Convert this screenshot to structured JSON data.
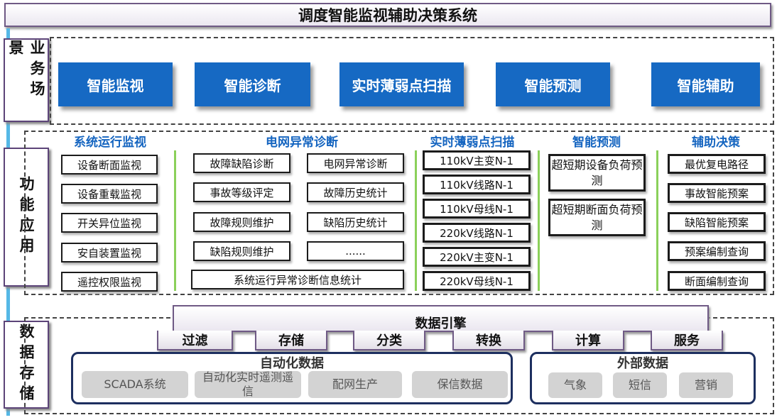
{
  "title": "调度智能监视辅助决策系统",
  "layers": {
    "business": "业务场景",
    "function": "功能应用",
    "data": "数据存储"
  },
  "business_scenarios": [
    "智能监视",
    "智能诊断",
    "实时薄弱点扫描",
    "智能预测",
    "智能辅助"
  ],
  "columns": {
    "monitor": {
      "title": "系统运行监视",
      "items": [
        "设备断面监视",
        "设备重载监视",
        "开关异位监视",
        "安自装置监视",
        "遥控权限监视"
      ]
    },
    "diagnosis": {
      "title": "电网异常诊断",
      "items": [
        "故障缺陷诊断",
        "电网异常诊断",
        "事故等级评定",
        "故障历史统计",
        "故障规则维护",
        "缺陷历史统计",
        "缺陷规则维护",
        "......"
      ],
      "footer": "系统运行异常诊断信息统计"
    },
    "scan": {
      "title": "实时薄弱点扫描",
      "items": [
        "110kV主变N-1",
        "110kV线路N-1",
        "110kV母线N-1",
        "220kV线路N-1",
        "220kV主变N-1",
        "220kV母线N-1"
      ]
    },
    "predict": {
      "title": "智能预测",
      "items": [
        "超短期设备负荷预测",
        "超短期断面负荷预测"
      ]
    },
    "decision": {
      "title": "辅助决策",
      "items": [
        "最优复电路径",
        "事故智能预案",
        "缺陷智能预案",
        "预案编制查询",
        "断面编制查询"
      ]
    }
  },
  "data_engine": {
    "title": "数据引擎",
    "tabs": [
      "过滤",
      "存储",
      "分类",
      "转换",
      "计算",
      "服务"
    ]
  },
  "automation_data": {
    "title": "自动化数据",
    "items": [
      "SCADA系统",
      "自动化实时遥测遥信",
      "配网生产",
      "保信数据"
    ]
  },
  "external_data": {
    "title": "外部数据",
    "items": [
      "气象",
      "短信",
      "营销"
    ]
  }
}
